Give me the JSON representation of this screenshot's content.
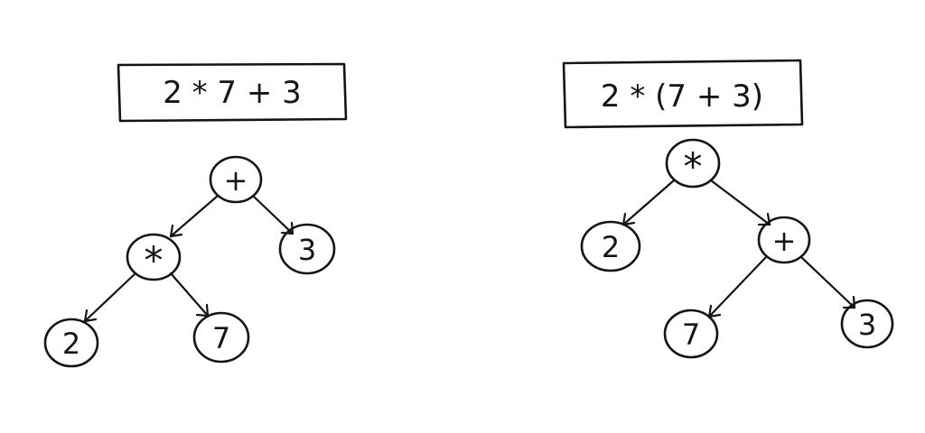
{
  "colors": {
    "ink": "#141414",
    "paper": "#ffffff"
  },
  "left": {
    "expression": "2 * 7 + 3",
    "nodes": [
      {
        "id": "plus",
        "label": "+"
      },
      {
        "id": "times",
        "label": "*"
      },
      {
        "id": "three",
        "label": "3"
      },
      {
        "id": "two",
        "label": "2"
      },
      {
        "id": "seven",
        "label": "7"
      }
    ],
    "edges": [
      {
        "from": "plus",
        "to": "times"
      },
      {
        "from": "plus",
        "to": "three"
      },
      {
        "from": "times",
        "to": "two"
      },
      {
        "from": "times",
        "to": "seven"
      }
    ]
  },
  "right": {
    "expression": "2 * (7 + 3)",
    "nodes": [
      {
        "id": "times",
        "label": "*"
      },
      {
        "id": "two",
        "label": "2"
      },
      {
        "id": "plus",
        "label": "+"
      },
      {
        "id": "seven",
        "label": "7"
      },
      {
        "id": "three",
        "label": "3"
      }
    ],
    "edges": [
      {
        "from": "times",
        "to": "two"
      },
      {
        "from": "times",
        "to": "plus"
      },
      {
        "from": "plus",
        "to": "seven"
      },
      {
        "from": "plus",
        "to": "three"
      }
    ]
  }
}
